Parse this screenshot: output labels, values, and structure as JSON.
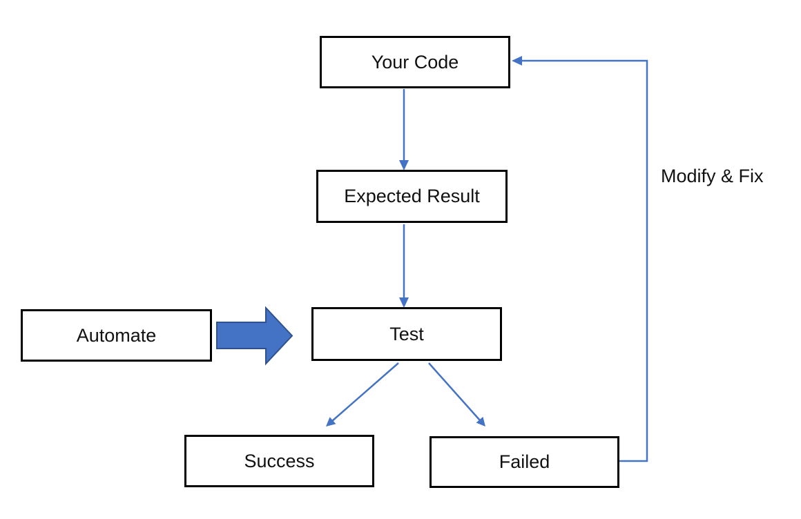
{
  "colors": {
    "accent_blue": "#4472C4",
    "block_arrow_border": "#2F528F",
    "box_border": "#000000",
    "text_color": "#111111",
    "background": "#FFFFFF"
  },
  "nodes": {
    "your_code": {
      "label": "Your Code"
    },
    "expected_result": {
      "label": "Expected Result"
    },
    "test": {
      "label": "Test"
    },
    "automate": {
      "label": "Automate"
    },
    "success": {
      "label": "Success"
    },
    "failed": {
      "label": "Failed"
    }
  },
  "annotations": {
    "modify_fix": "Modify & Fix"
  },
  "connections": [
    {
      "from": "your_code",
      "to": "expected_result",
      "style": "arrow"
    },
    {
      "from": "expected_result",
      "to": "test",
      "style": "arrow"
    },
    {
      "from": "automate",
      "to": "test",
      "style": "block-arrow"
    },
    {
      "from": "test",
      "to": "success",
      "style": "arrow"
    },
    {
      "from": "test",
      "to": "failed",
      "style": "arrow"
    },
    {
      "from": "failed",
      "to": "your_code",
      "style": "elbow-arrow",
      "label": "Modify & Fix"
    }
  ]
}
